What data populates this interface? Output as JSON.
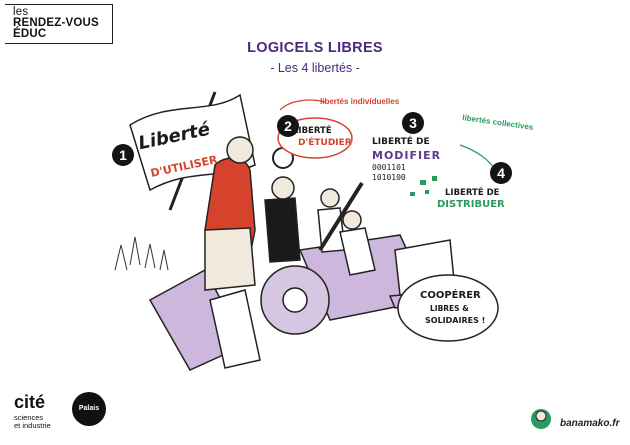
{
  "logo": {
    "line1": "les",
    "line2": "RENDEZ-VOUS",
    "line3": "ÉDUC"
  },
  "header": {
    "title": "LOGICELS LIBRES",
    "subtitle": "- Les 4 libertés -"
  },
  "illustration": {
    "items": [
      {
        "number": "1",
        "text_top": "Liberté",
        "text_bottom": "D'UTILISER"
      },
      {
        "number": "2",
        "label_above": "libertés individuelles",
        "text_top": "LIBERTÉ",
        "text_bottom": "D'ÉTUDIER"
      },
      {
        "number": "3",
        "text_top": "LIBERTÉ DE",
        "text_bottom": "MODIFIER",
        "binary1": "0001101",
        "binary2": "1010100",
        "label_collective": "libertés collectives"
      },
      {
        "number": "4",
        "text_top": "LIBERTÉ DE",
        "text_bottom": "DISTRIBUER"
      }
    ],
    "cooperate": {
      "line1": "COOPÉRER",
      "line2": "LIBRES &",
      "line3": "SOLIDAIRES !"
    }
  },
  "footer": {
    "cite_name": "cité",
    "cite_sub1": "sciences",
    "cite_sub2": "et industrie",
    "palais": "Palais",
    "credit": "banamako.fr"
  },
  "colors": {
    "accent_purple": "#5b3a8e",
    "red": "#d6432d",
    "green": "#2a9a5f",
    "lilac": "#c9b3d9"
  }
}
